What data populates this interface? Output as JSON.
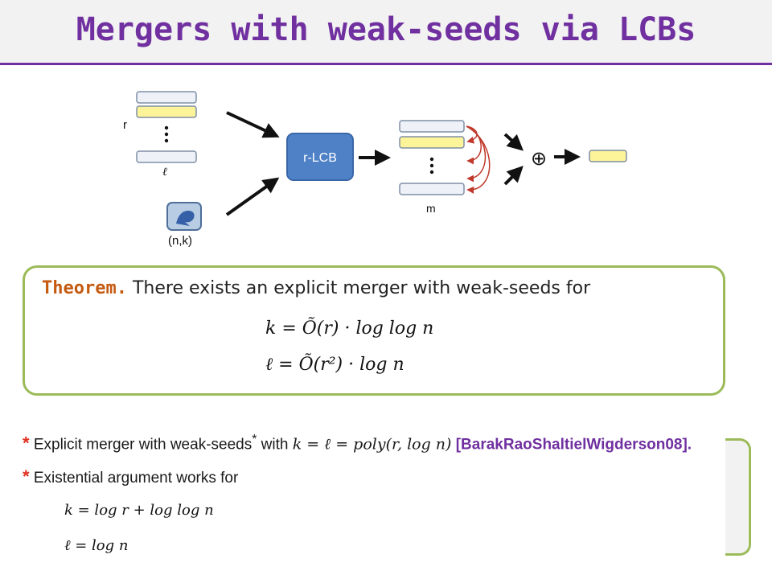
{
  "title": "Mergers with weak-seeds via LCBs",
  "diagram": {
    "label_r": "r",
    "label_ell": "ℓ",
    "label_nk": "(n,k)",
    "lcb_label": "r-LCB",
    "label_m": "m",
    "oplus": "⊕",
    "colors": {
      "yellow": "#fdf49a",
      "box_blue": "#4f81c7",
      "arrow": "#111111",
      "red_arrow": "#c0392b",
      "row_fill": "#eef2f8",
      "row_stroke": "#7f8fa6"
    }
  },
  "theorem": {
    "label": "Theorem.",
    "text": "There exists an explicit merger with weak-seeds for",
    "line1": "k = Õ(r) · log log n",
    "line2": "ℓ = Õ(r²) · log n"
  },
  "notes": {
    "note1_star": "*",
    "note1_text": "Explicit merger with weak-seeds",
    "note1_sup": "*",
    "note1_with": "with",
    "note1_math": "k = ℓ = poly(r, log n)",
    "note1_ref": "[BarakRaoShaltielWigderson08].",
    "note2_star": "*",
    "note2_text": "Existential argument works for",
    "math1": "k = log r + log log n",
    "math2": "ℓ = log n"
  }
}
